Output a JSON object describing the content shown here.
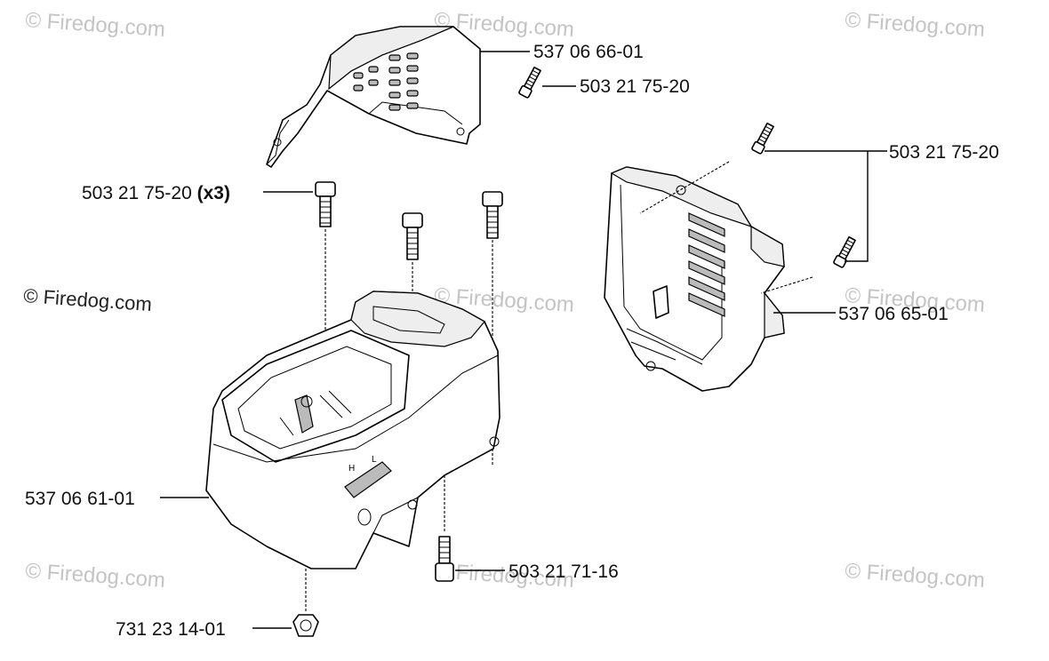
{
  "watermark": {
    "text": "© Firedog.com"
  },
  "parts": {
    "upper_cover": {
      "number": "537 06 66-01"
    },
    "upper_screw": {
      "number": "503 21 75-20"
    },
    "screw_set": {
      "number": "503 21 75-20 ",
      "qty": "(x3)"
    },
    "right_screws": {
      "number": "503 21 75-20"
    },
    "right_cover": {
      "number": "537 06 65-01"
    },
    "main_housing": {
      "number": "537 06 61-01"
    },
    "bottom_screw": {
      "number": "503 21 71-16"
    },
    "nut": {
      "number": "731 23 14-01"
    }
  },
  "housing_marks": {
    "h": "H",
    "l": "L"
  }
}
